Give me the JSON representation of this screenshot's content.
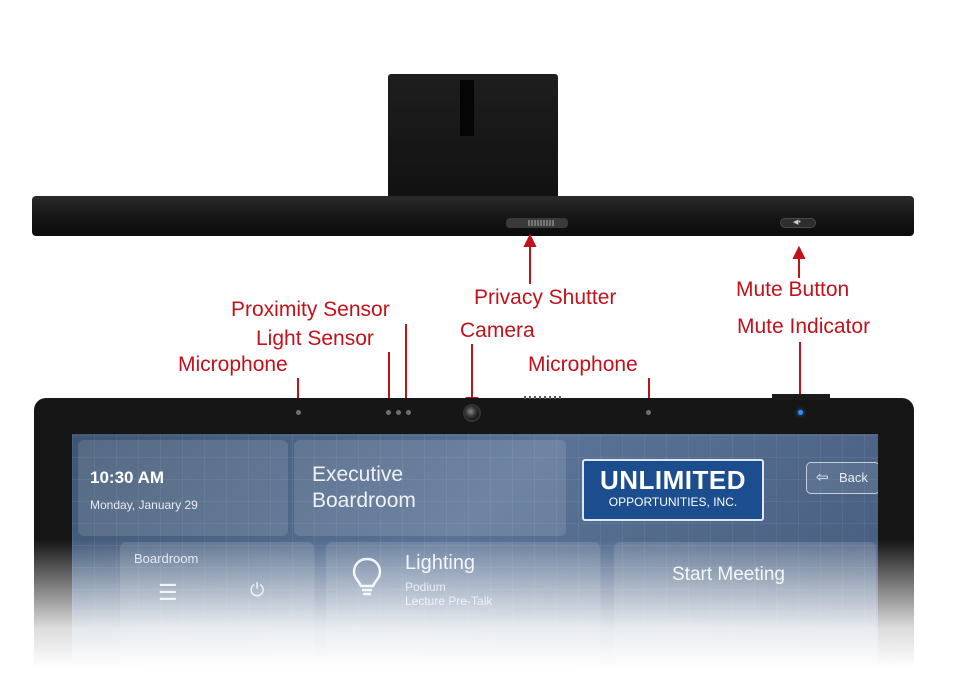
{
  "callouts": {
    "proximity_sensor": "Proximity Sensor",
    "light_sensor": "Light Sensor",
    "microphone_left": "Microphone",
    "camera": "Camera",
    "microphone_right": "Microphone",
    "privacy_shutter": "Privacy Shutter",
    "mute_button": "Mute Button",
    "mute_indicator": "Mute Indicator"
  },
  "callout_color": "#c1121c",
  "device": {
    "mute_button_glyph": "◀•"
  },
  "screen": {
    "time": "10:30 AM",
    "date": "Monday, January 29",
    "room_title": "Executive Boardroom",
    "logo_line1": "UNLIMITED",
    "logo_line2": "OPPORTUNITIES, INC.",
    "back_label": "Back",
    "back_icon": "⇦",
    "room_card_label": "Boardroom",
    "menu_icon": "☰",
    "power_icon": "⏻",
    "lighting_label": "Lighting",
    "lighting_sub1": "Podium",
    "lighting_sub2": "Lecture Pre-Talk",
    "start_meeting": "Start Meeting"
  },
  "colors": {
    "logo_bg": "#1c4d8f",
    "mute_indicator": "#2f8cff"
  }
}
